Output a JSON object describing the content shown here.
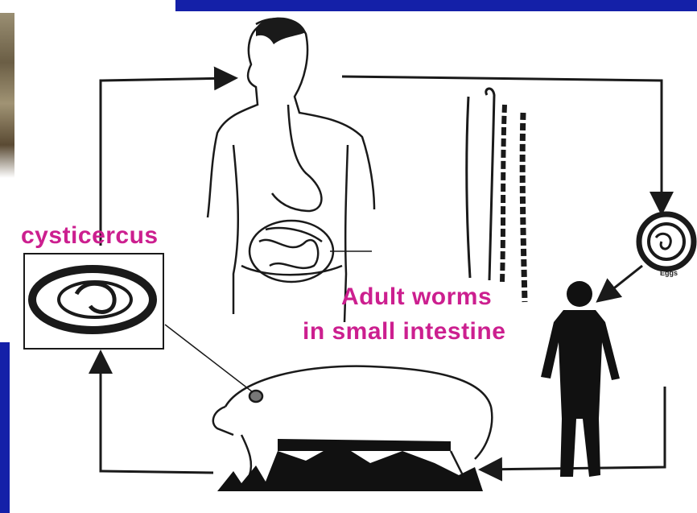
{
  "colors": {
    "accent_blue": "#1420a8",
    "label_magenta": "#cc1f8f",
    "ink": "#1a1a1a"
  },
  "labels": {
    "cysticercus": "cysticercus",
    "adult_worms_line1": "Adult worms",
    "adult_worms_line2": "in small intestine",
    "eggs": "Eggs"
  },
  "icons": [
    "human-figure-icon",
    "tapeworm-strobila-icon",
    "egg-icon",
    "human-silhouette-icon",
    "pig-icon",
    "cysticercus-cyst-icon"
  ]
}
